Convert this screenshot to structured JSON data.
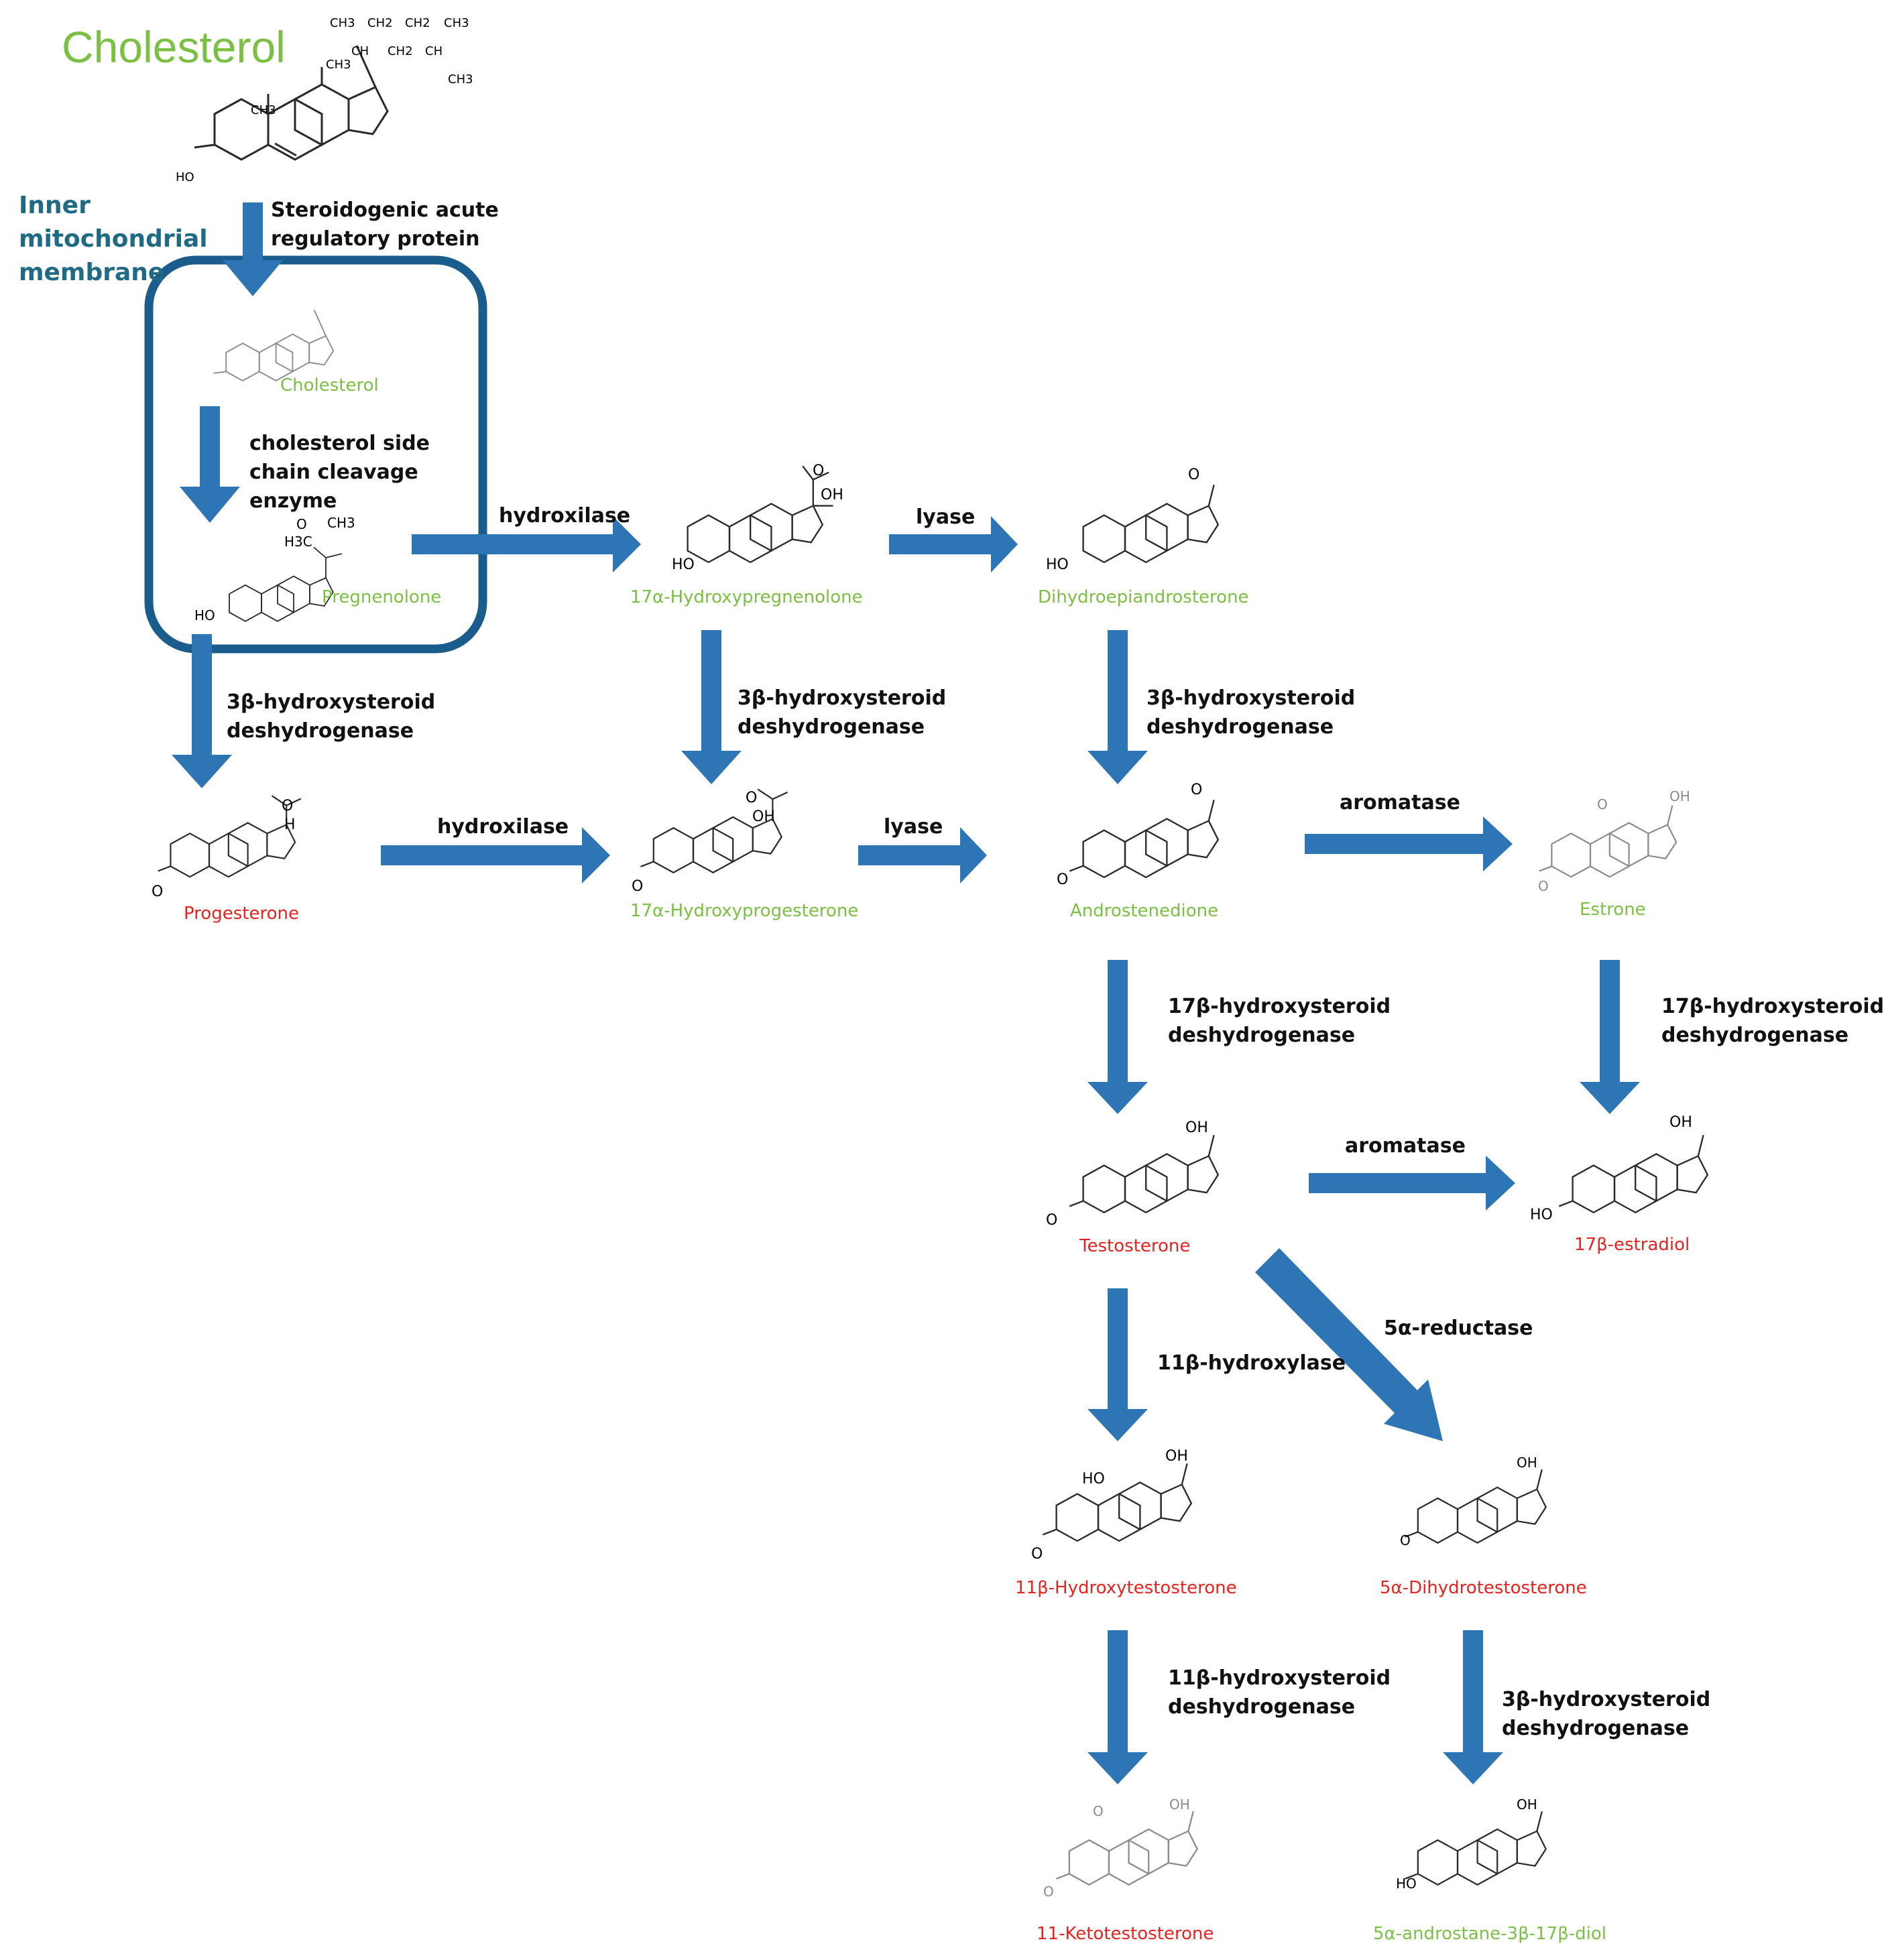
{
  "title": "Cholesterol",
  "membrane_label": [
    "Inner",
    "mitochondrial",
    "membrane"
  ],
  "colors": {
    "arrow": "#2e75b6",
    "membrane_box": "#1a5d8c",
    "membrane_text": "#1f6b86",
    "compound_green": "#7bc043",
    "compound_red": "#e8231f",
    "enzyme_text": "#111111"
  },
  "compounds": {
    "cholesterol_inner": "Cholesterol",
    "pregnenolone": "Pregnenolone",
    "hydroxypregnenolone": "17α-Hydroxypregnenolone",
    "dhea": "Dihydroepiandrosterone",
    "progesterone": "Progesterone",
    "hydroxyprogesterone": "17α-Hydroxyprogesterone",
    "androstenedione": "Androstenedione",
    "estrone": "Estrone",
    "testosterone": "Testosterone",
    "estradiol": "17β-estradiol",
    "hydroxytestosterone": "11β-Hydroxytestosterone",
    "dht": "5α-Dihydrotestosterone",
    "ketotestosterone": "11-Ketotestosterone",
    "androstanediol": "5α-androstane-3β-17β-diol"
  },
  "enzymes": {
    "star": [
      "Steroidogenic acute",
      "regulatory protein"
    ],
    "scc": [
      "cholesterol side",
      "chain cleavage",
      "enzyme"
    ],
    "hydroxilase_top": "hydroxilase",
    "lyase_top": "lyase",
    "hsd3b_left": [
      "3β-hydroxysteroid",
      "deshydrogenase"
    ],
    "hsd3b_mid": [
      "3β-hydroxysteroid",
      "deshydrogenase"
    ],
    "hsd3b_right": [
      "3β-hydroxysteroid",
      "deshydrogenase"
    ],
    "hydroxilase_mid": "hydroxilase",
    "lyase_mid": "lyase",
    "aromatase_top": "aromatase",
    "hsd17b_left": [
      "17β-hydroxysteroid",
      "deshydrogenase"
    ],
    "hsd17b_right": [
      "17β-hydroxysteroid",
      "deshydrogenase"
    ],
    "aromatase_bottom": "aromatase",
    "reductase": "5α-reductase",
    "hydroxylase11": "11β-hydroxylase",
    "hsd11b": [
      "11β-hydroxysteroid",
      "deshydrogenase"
    ],
    "hsd3b_bottom": [
      "3β-hydroxysteroid",
      "deshydrogenase"
    ]
  },
  "atom_labels": {
    "ho": "HO",
    "oh": "OH",
    "o": "O",
    "h": "H",
    "ch3": "CH3",
    "h3c": "H3C",
    "ch": "CH",
    "ch2": "CH2"
  }
}
